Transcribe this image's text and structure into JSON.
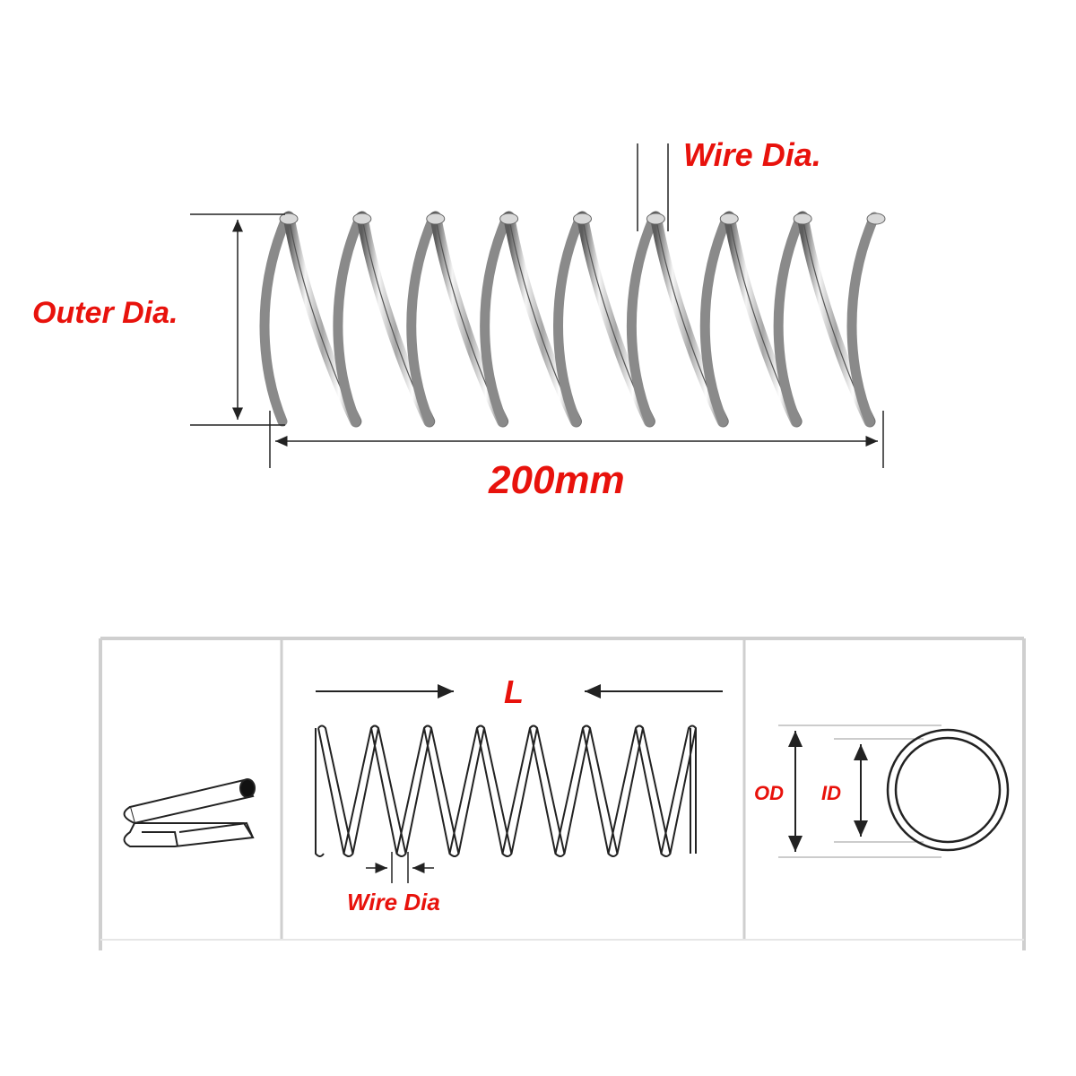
{
  "photo": {
    "labels": {
      "wire_dia": "Wire Dia.",
      "outer_dia": "Outer Dia.",
      "length": "200mm"
    },
    "coil_count": 9
  },
  "schematic": {
    "labels": {
      "length": "L",
      "wire_dia": "Wire Dia",
      "od": "OD",
      "id": "ID"
    }
  },
  "colors": {
    "label_red": "#e8120c",
    "dimension_line": "#222222",
    "spring_steel": "#9a9a9a",
    "table_border": "#cfcfcf"
  }
}
